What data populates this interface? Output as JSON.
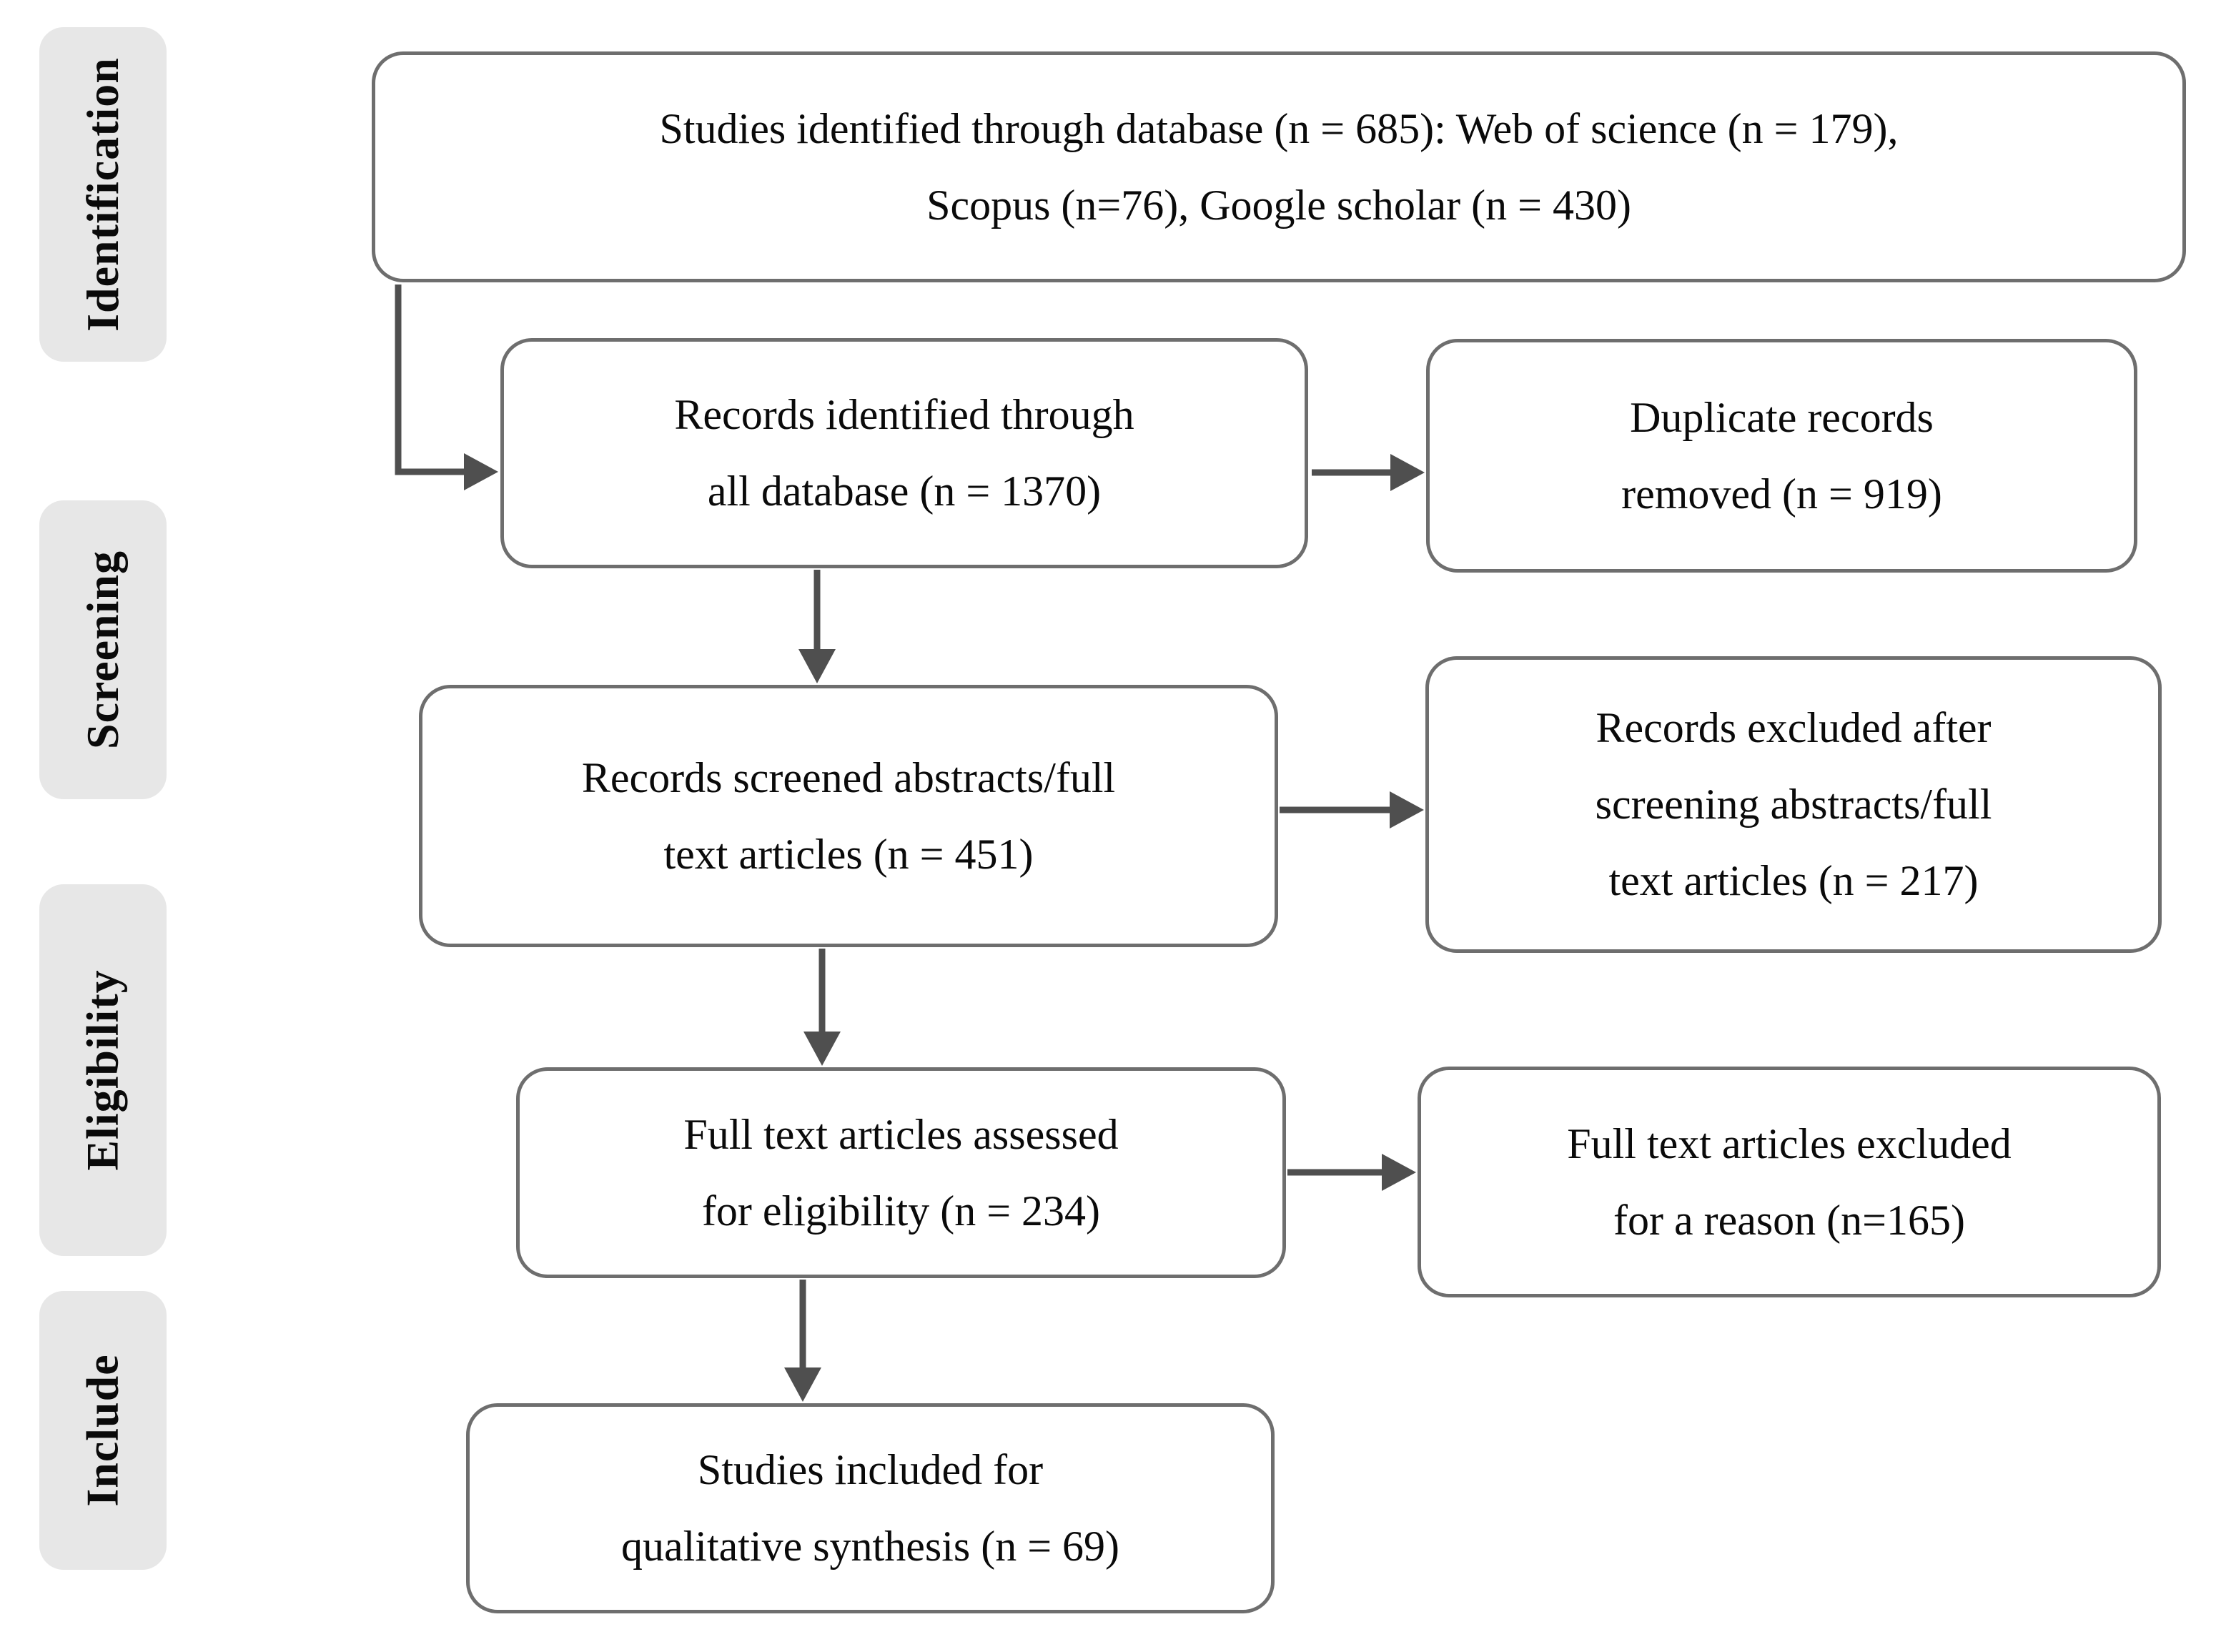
{
  "diagram_type": "systematic-review-flow",
  "stages": [
    "Identification",
    "Screening",
    "Eligibility",
    "Include"
  ],
  "nodes": {
    "identified_total": "Studies identified through database (n = 685): Web of science (n = 179),\nScopus (n=76), Google scholar (n = 430)",
    "records_identified": "Records identified through\nall database (n = 1370)",
    "duplicates_removed": "Duplicate records\nremoved (n = 919)",
    "records_screened": "Records screened abstracts/full\ntext articles (n = 451)",
    "records_excluded": "Records excluded after\nscreening abstracts/full\ntext articles (n = 217)",
    "fulltext_assessed": "Full text articles assessed\nfor eligibility (n = 234)",
    "fulltext_excluded": "Full text articles excluded\nfor a reason (n=165)",
    "studies_included": "Studies included for\nqualitative synthesis (n = 69)"
  },
  "counts": {
    "database_total": 685,
    "web_of_science": 179,
    "scopus": 76,
    "google_scholar": 430,
    "all_database": 1370,
    "duplicates_removed": 919,
    "screened": 451,
    "excluded_after_screening": 217,
    "fulltext_assessed": 234,
    "fulltext_excluded": 165,
    "included_qualitative": 69
  },
  "colors": {
    "background": "#ffffff",
    "box_fill": "#ffffff",
    "box_border": "#6e6e6e",
    "stage_fill": "#e7e7e7",
    "arrow": "#4f4f4f",
    "text": "#0a0a0a"
  }
}
